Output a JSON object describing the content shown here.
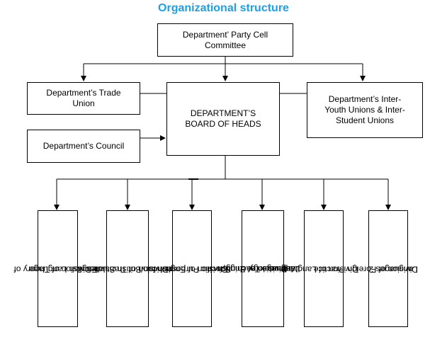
{
  "title": "Organizational structure",
  "nodes": {
    "party_cell": "Department’ Party Cell Committee",
    "trade_union": "Department’s Trade Union",
    "council": "Department’s Council",
    "board": "DEPARTMENT’S BOARD OF HEADS",
    "youth_unions": "Department’s Inter-Youth Unions & Inter-Student Unions"
  },
  "divisions": [
    {
      "line1": "Division of Theory of",
      "line2": "English Language"
    },
    {
      "line1": "Division of Translation &",
      "line2": "American/British Studies"
    },
    {
      "line1": "Division of English for",
      "line2": "Specific Purposes"
    },
    {
      "line1": "Division of English",
      "line2": "Language Teaching",
      "line3": "Methodology"
    },
    {
      "line1": "Division of Language",
      "line2": "Practice"
    },
    {
      "line1": "Division of Foreign",
      "line2": "Languages 2"
    }
  ]
}
